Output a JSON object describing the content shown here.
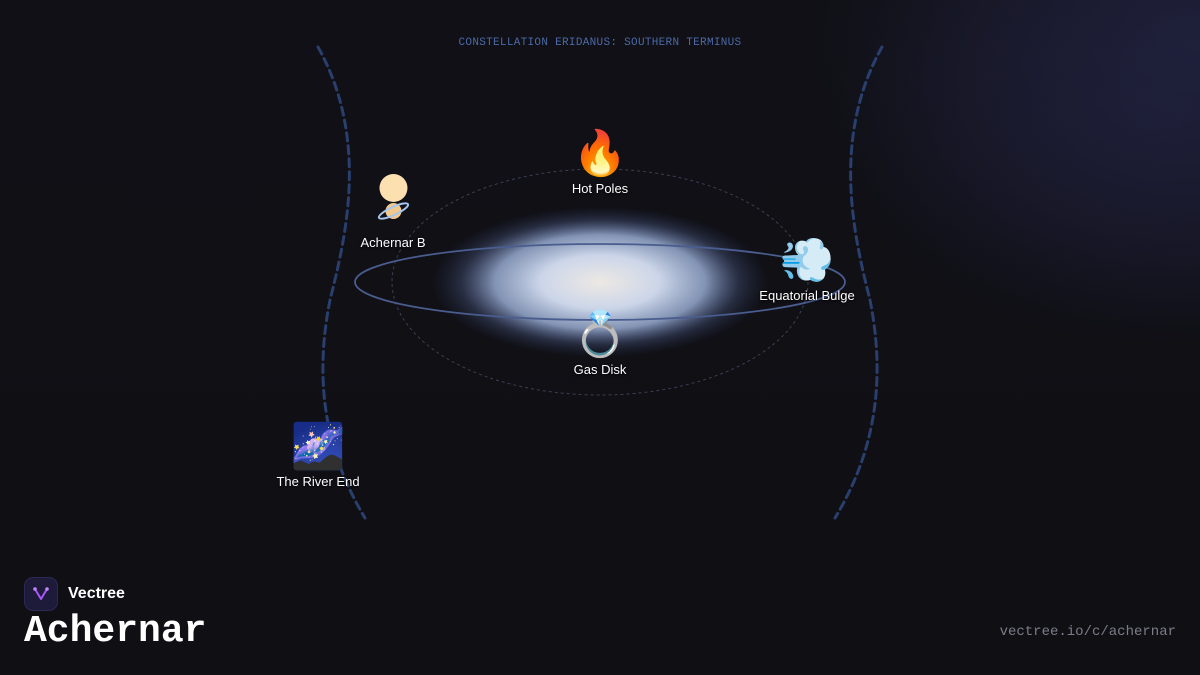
{
  "diagram": {
    "subtitle": "CONSTELLATION ERIDANUS: SOUTHERN TERMINUS",
    "nodes": [
      {
        "id": "hot-poles",
        "label": "Hot Poles",
        "icon": "fire-icon",
        "glyph": "🔥"
      },
      {
        "id": "achernar-b",
        "label": "Achernar B",
        "icon": "companion-star-icon",
        "glyph": "🪐"
      },
      {
        "id": "equatorial-bulge",
        "label": "Equatorial Bulge",
        "icon": "wind-icon",
        "glyph": "💨"
      },
      {
        "id": "gas-disk",
        "label": "Gas Disk",
        "icon": "ring-icon",
        "glyph": "💍"
      },
      {
        "id": "river-end",
        "label": "The River End",
        "icon": "milky-way-icon",
        "glyph": "🌌"
      }
    ],
    "colors": {
      "background": "#0f0f14",
      "arc": "#2a3f6e",
      "ring": "#4a5d8f",
      "subtitle": "#4b6aa6",
      "star_glow": "#cfdcff"
    }
  },
  "brand": {
    "name": "Vectree",
    "title": "Achernar",
    "url": "vectree.io/c/achernar"
  }
}
